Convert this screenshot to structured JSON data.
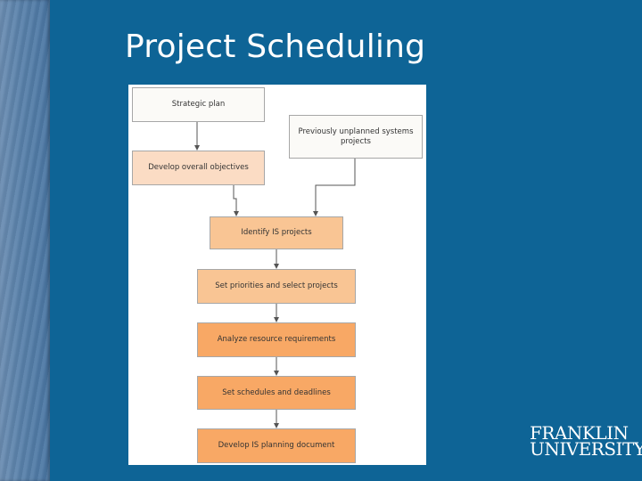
{
  "slide": {
    "title": "Project Scheduling",
    "background_color": "#0e6496"
  },
  "diagram": {
    "boxes": {
      "strategic_plan": "Strategic plan",
      "previously_unplanned": "Previously unplanned systems projects",
      "develop_objectives": "Develop overall objectives",
      "identify_projects": "Identify IS projects",
      "set_priorities": "Set priorities and select projects",
      "analyze_resources": "Analyze resource requirements",
      "set_schedules": "Set schedules and deadlines",
      "develop_document": "Develop IS planning document"
    },
    "colors": {
      "light": "#fbfaf7",
      "peach": "#fbdcc4",
      "orange": "#f9c594",
      "deep_orange": "#f8a865",
      "connector": "#555555"
    }
  },
  "logo": {
    "line1": "FRANKLIN",
    "line2": "UNIVERSITY"
  }
}
